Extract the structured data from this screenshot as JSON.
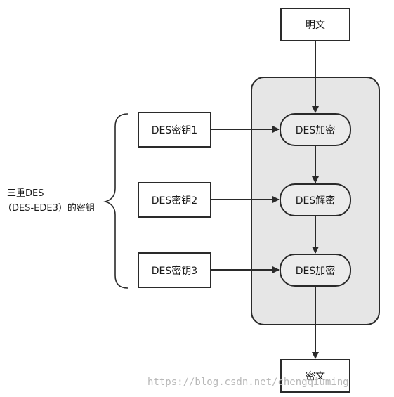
{
  "nodes": {
    "plaintext": "明文",
    "ciphertext": "密文",
    "key1": "DES密钥1",
    "key2": "DES密钥2",
    "key3": "DES密钥3",
    "op1": "DES加密",
    "op2": "DES解密",
    "op3": "DES加密"
  },
  "brace_label": {
    "line1": "三重DES",
    "line2": "（DES-EDE3）的密钥"
  },
  "watermark": "https://blog.csdn.net/chengqiuming",
  "colors": {
    "stroke": "#2a2a2a",
    "panel_fill": "#e6e6e6",
    "op_fill": "#ececec"
  }
}
